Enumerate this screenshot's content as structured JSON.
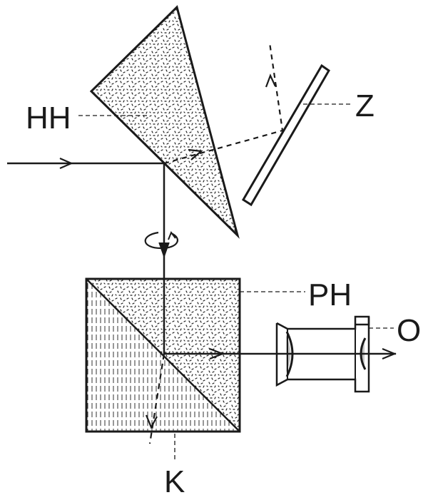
{
  "labels": {
    "half_prism": "HH",
    "plate": "Z",
    "polarizing_prism": "PH",
    "eyepiece": "O",
    "compensator": "K"
  },
  "colors": {
    "ink": "#1a1a1a",
    "paper": "#ffffff"
  },
  "icons": {
    "rotation": "rotation-arrow-icon",
    "ray_arrow": "arrowhead-icon"
  }
}
